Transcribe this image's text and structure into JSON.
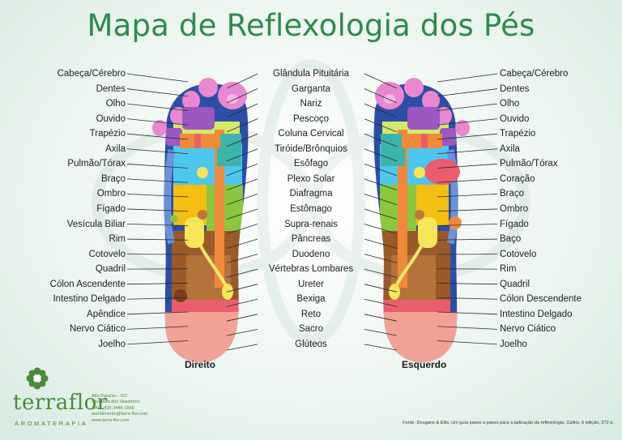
{
  "title": "Mapa de Reflexologia dos Pés",
  "left_labels": [
    "Cabeça/Cérebro",
    "Dentes",
    "Olho",
    "Ouvido",
    "Trapézio",
    "Axila",
    "Pulmão/Tórax",
    "Braço",
    "Ombro",
    "Fígado",
    "Vesícula Biliar",
    "Rim",
    "Cotovelo",
    "Quadril",
    "Cólon Ascendente",
    "Intestino Delgado",
    "Apêndice",
    "Nervo Ciático",
    "Joelho"
  ],
  "center_labels": [
    "Glândula Pituitária",
    "Garganta",
    "Nariz",
    "Pescoço",
    "Coluna Cervical",
    "Tiróide/Brônquios",
    "Esôfago",
    "Plexo Solar",
    "Diafragma",
    "Estômago",
    "Supra-renais",
    "Pâncreas",
    "Duodeno",
    "Vértebras Lombares",
    "Ureter",
    "Bexiga",
    "Reto",
    "Sacro",
    "Glúteos"
  ],
  "right_labels": [
    "Cabeça/Cérebro",
    "Dentes",
    "Olho",
    "Ouvido",
    "Trapézio",
    "Axila",
    "Pulmão/Tórax",
    "Coração",
    "Braço",
    "Ombro",
    "Fígado",
    "Baço",
    "Cotovelo",
    "Rim",
    "Quadril",
    "Cólon Descendente",
    "Intestino Delgado",
    "Nervo Ciático",
    "Joelho"
  ],
  "foot_left_caption": "Direito",
  "foot_right_caption": "Esquerdo",
  "brand": {
    "name": "terraflor",
    "tagline": "AROMATERAPIA",
    "contact": [
      "Alto Paraíso - GO",
      "Chapada dos Veadeiros",
      "SAC: (62) 3446-1965",
      "atendimento@terra-flor.com",
      "www.terra-flor.com"
    ]
  },
  "source": "Fonte: Dougans & Ellis, Um guia passo a passo para a aplicação da reflexologia, Cultrix, 6 edição, 272 p.",
  "colors": {
    "title": "#2e8a4c",
    "toes": "#e987d0",
    "eye_ear": "#9a58c0",
    "lung": "#4ec7ee",
    "shoulder_liver": "#f5be10",
    "stomach": "#8cc63e",
    "intestine": "#9a5a2a",
    "heel": "#f2a294",
    "arm": "#6a92da",
    "spine": "#2d4ea6",
    "heart": "#ea5d6c"
  }
}
